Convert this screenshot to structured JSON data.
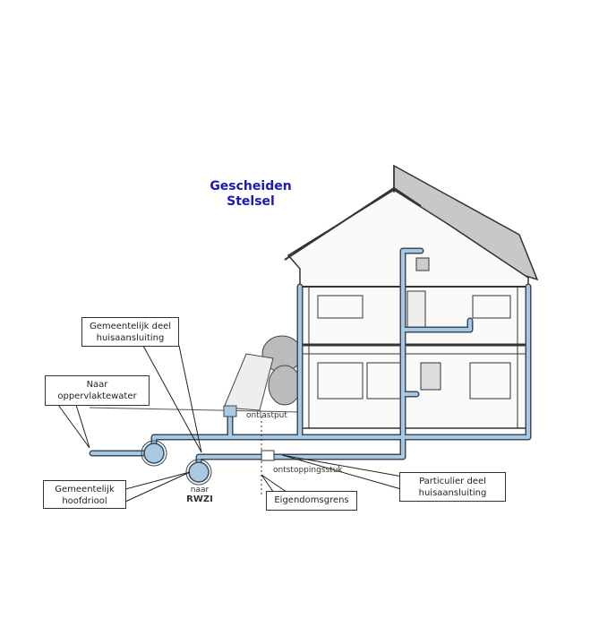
{
  "title": {
    "line1": "Gescheiden",
    "line2": "Stelsel"
  },
  "labels": {
    "gemeentelijk_deel": {
      "line1": "Gemeentelijk deel",
      "line2": "huisaansluiting"
    },
    "oppervlaktewater": {
      "line1": "Naar",
      "line2": "oppervlaktewater"
    },
    "hoofdriool": {
      "line1": "Gemeentelijk",
      "line2": "hoofdriool"
    },
    "rwzi": {
      "line1": "naar",
      "line2": "RWZI"
    },
    "ontlastput": "ontlastput",
    "ontstoppingsstuk": "ontstoppingsstuk",
    "eigendomsgrens": "Eigendomsgrens",
    "particulier_deel": {
      "line1": "Particulier deel",
      "line2": "huisaansluiting"
    }
  },
  "colors": {
    "pipe": "#a9c8e2",
    "outline": "#3a4a5a",
    "roof": "#c8c8c8",
    "title": "#1a1ab8"
  }
}
